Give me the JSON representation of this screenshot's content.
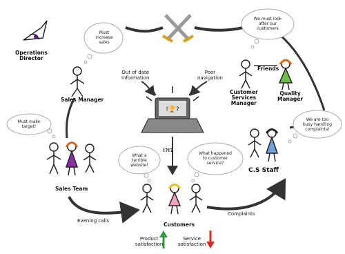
{
  "roles": {
    "operations_director": "Operations\nDirector",
    "sales_manager": "Sales Manager",
    "sales_team": "Sales Team",
    "customers": "Customers",
    "cs_staff": "C.S Staff",
    "customer_services_manager": "Customer\nServices\nManager",
    "quality_manager": "Quality\nManager"
  },
  "labels": {
    "friends": "Friends",
    "out_of_date": "Out of date\ninformation",
    "poor_navigation": "Poor\nnavigation",
    "confusion": "!?!?",
    "evening_calls": "Evening calls",
    "complaints": "Complaints",
    "product_satisfaction": "Product\nsatisfaction",
    "service_satisfaction": "Service\nsatisfaction"
  },
  "thoughts": {
    "sales_manager": "Must\nincrease\nsales",
    "sales_team": "Must make\ntarget!",
    "customer_services_manager": "We must look\nafter our\ncustomers",
    "cs_staff": "We are too\nbusy handling\ncomplaints!",
    "customer_website": "What a\nterrible\nwebsite!",
    "customer_service": "What happened\nto customer\nservice?"
  },
  "colors": {
    "product_arrow": "#2e9a3a",
    "service_arrow": "#d62b1f",
    "dress_purple": "#8a2ea8",
    "dress_green": "#6cc04a",
    "dress_blue": "#6fa0e0",
    "dress_pink": "#f4a0c0",
    "hair_orange": "#d2691e",
    "hair_yellow": "#e0c020",
    "sword_gold": "#d4a017"
  },
  "indicators": {
    "product_satisfaction": "up-arrow",
    "service_satisfaction": "down-arrow"
  }
}
